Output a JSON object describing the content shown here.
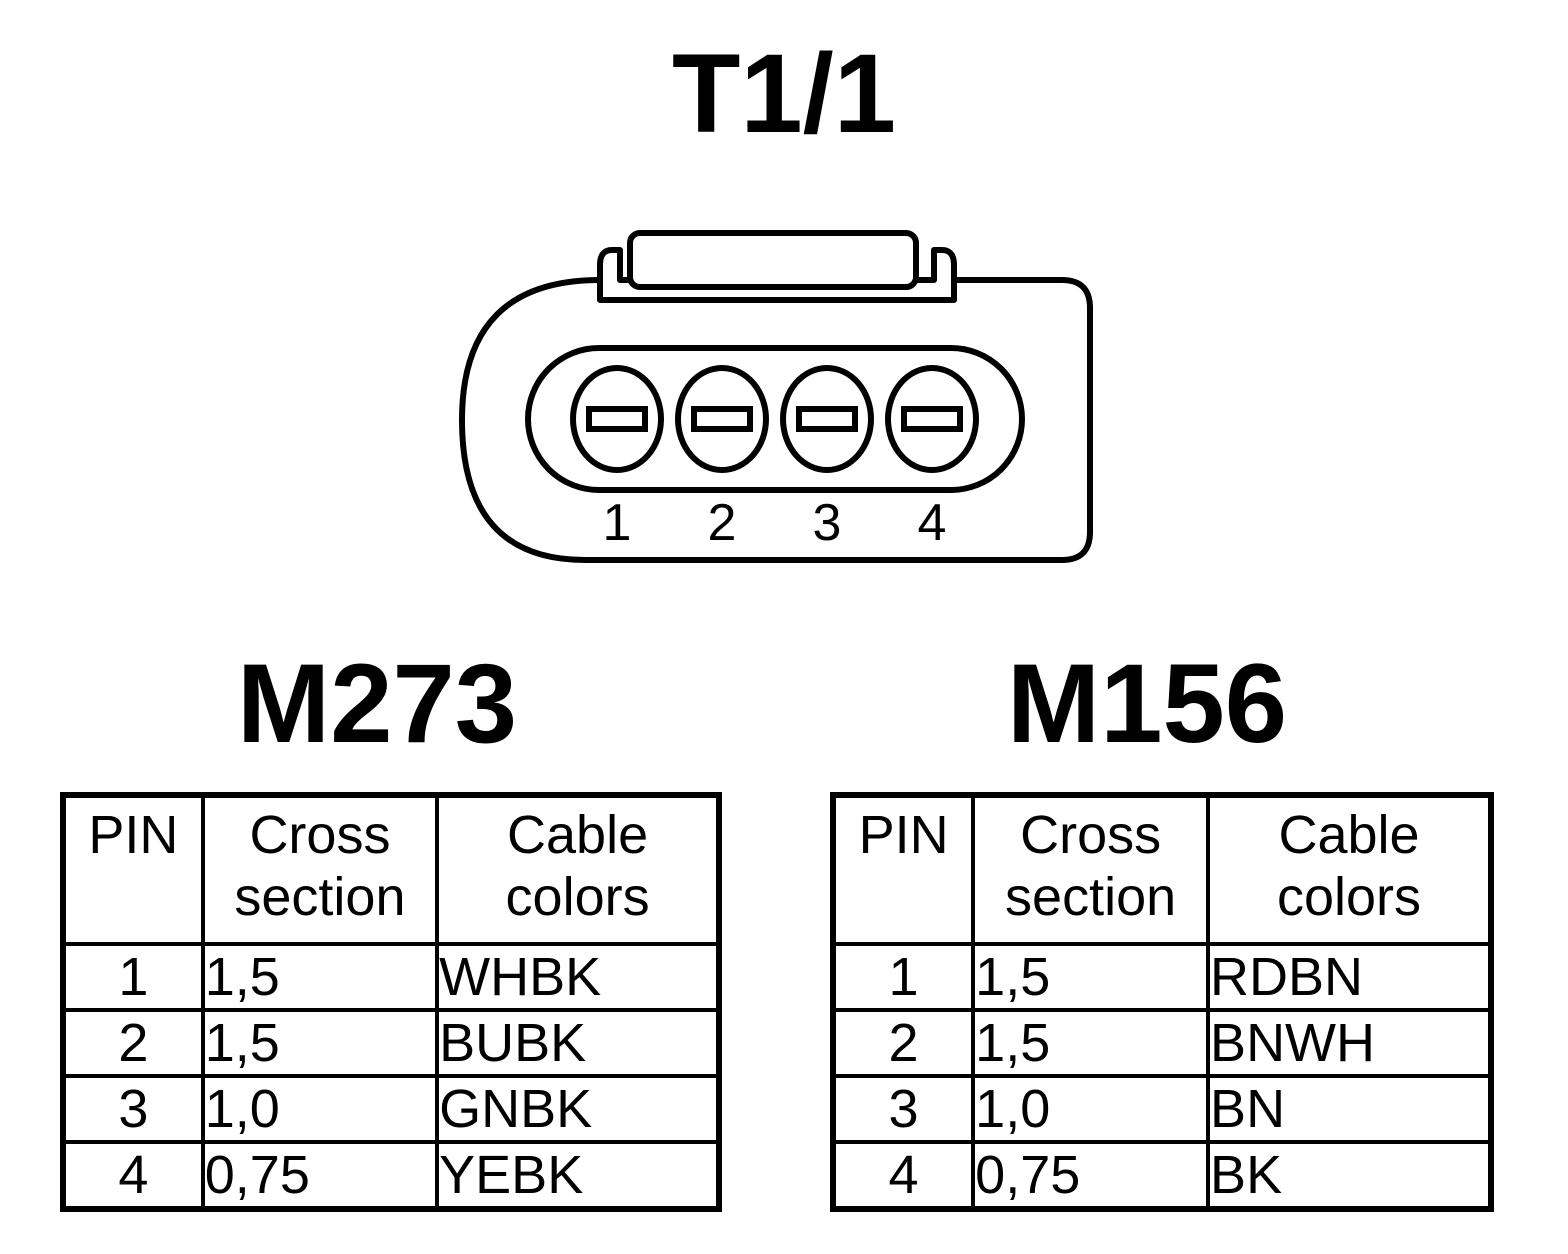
{
  "connector": {
    "title": "T1/1",
    "pins": [
      "1",
      "2",
      "3",
      "4"
    ]
  },
  "tables": [
    {
      "title": "M273",
      "headers": {
        "pin": "PIN",
        "section": [
          "Cross",
          "section"
        ],
        "color": [
          "Cable",
          "colors"
        ]
      },
      "rows": [
        {
          "pin": "1",
          "section": "1,5",
          "color": "WHBK"
        },
        {
          "pin": "2",
          "section": "1,5",
          "color": "BUBK"
        },
        {
          "pin": "3",
          "section": "1,0",
          "color": "GNBK"
        },
        {
          "pin": "4",
          "section": "0,75",
          "color": "YEBK"
        }
      ]
    },
    {
      "title": "M156",
      "headers": {
        "pin": "PIN",
        "section": [
          "Cross",
          "section"
        ],
        "color": [
          "Cable",
          "colors"
        ]
      },
      "rows": [
        {
          "pin": "1",
          "section": "1,5",
          "color": "RDBN"
        },
        {
          "pin": "2",
          "section": "1,5",
          "color": "BNWH"
        },
        {
          "pin": "3",
          "section": "1,0",
          "color": "BN"
        },
        {
          "pin": "4",
          "section": "0,75",
          "color": "BK"
        }
      ]
    }
  ]
}
